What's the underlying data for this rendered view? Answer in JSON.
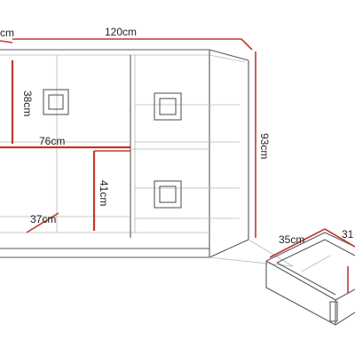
{
  "dimensions": {
    "depth_top_cut": "cm",
    "width": "120",
    "width_unit": "cm",
    "left_shelf_height": "38",
    "left_shelf_height_unit": "cm",
    "inner_width": "76",
    "inner_width_unit": "cm",
    "lower_height": "41",
    "lower_height_unit": "cm",
    "inner_depth": "37",
    "inner_depth_unit": "cm",
    "total_height": "93",
    "total_height_unit": "cm",
    "drawer_depth": "35",
    "drawer_depth_unit": "cm",
    "drawer_width_cut": "31"
  },
  "colors": {
    "dimension_line": "#c0392b",
    "outline": "#5a5a5a",
    "hidden_line": "#b8b8b8"
  }
}
